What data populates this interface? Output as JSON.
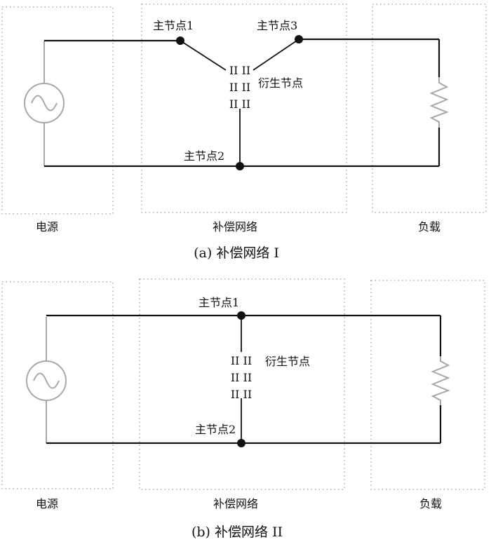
{
  "panel_a": {
    "node1": "主节点1",
    "node2": "主节点2",
    "node3": "主节点3",
    "derived": "衍生节点",
    "cap_marks": [
      "II II",
      "II II",
      "II II"
    ],
    "source_label": "电源",
    "network_label": "补偿网络",
    "load_label": "负载",
    "caption": "(a) 补偿网络 I"
  },
  "panel_b": {
    "node1": "主节点1",
    "node2": "主节点2",
    "derived": "衍生节点",
    "cap_marks": [
      "II II",
      "II II",
      "II II"
    ],
    "source_label": "电源",
    "network_label": "补偿网络",
    "load_label": "负载",
    "caption": "(b) 补偿网络 II"
  }
}
